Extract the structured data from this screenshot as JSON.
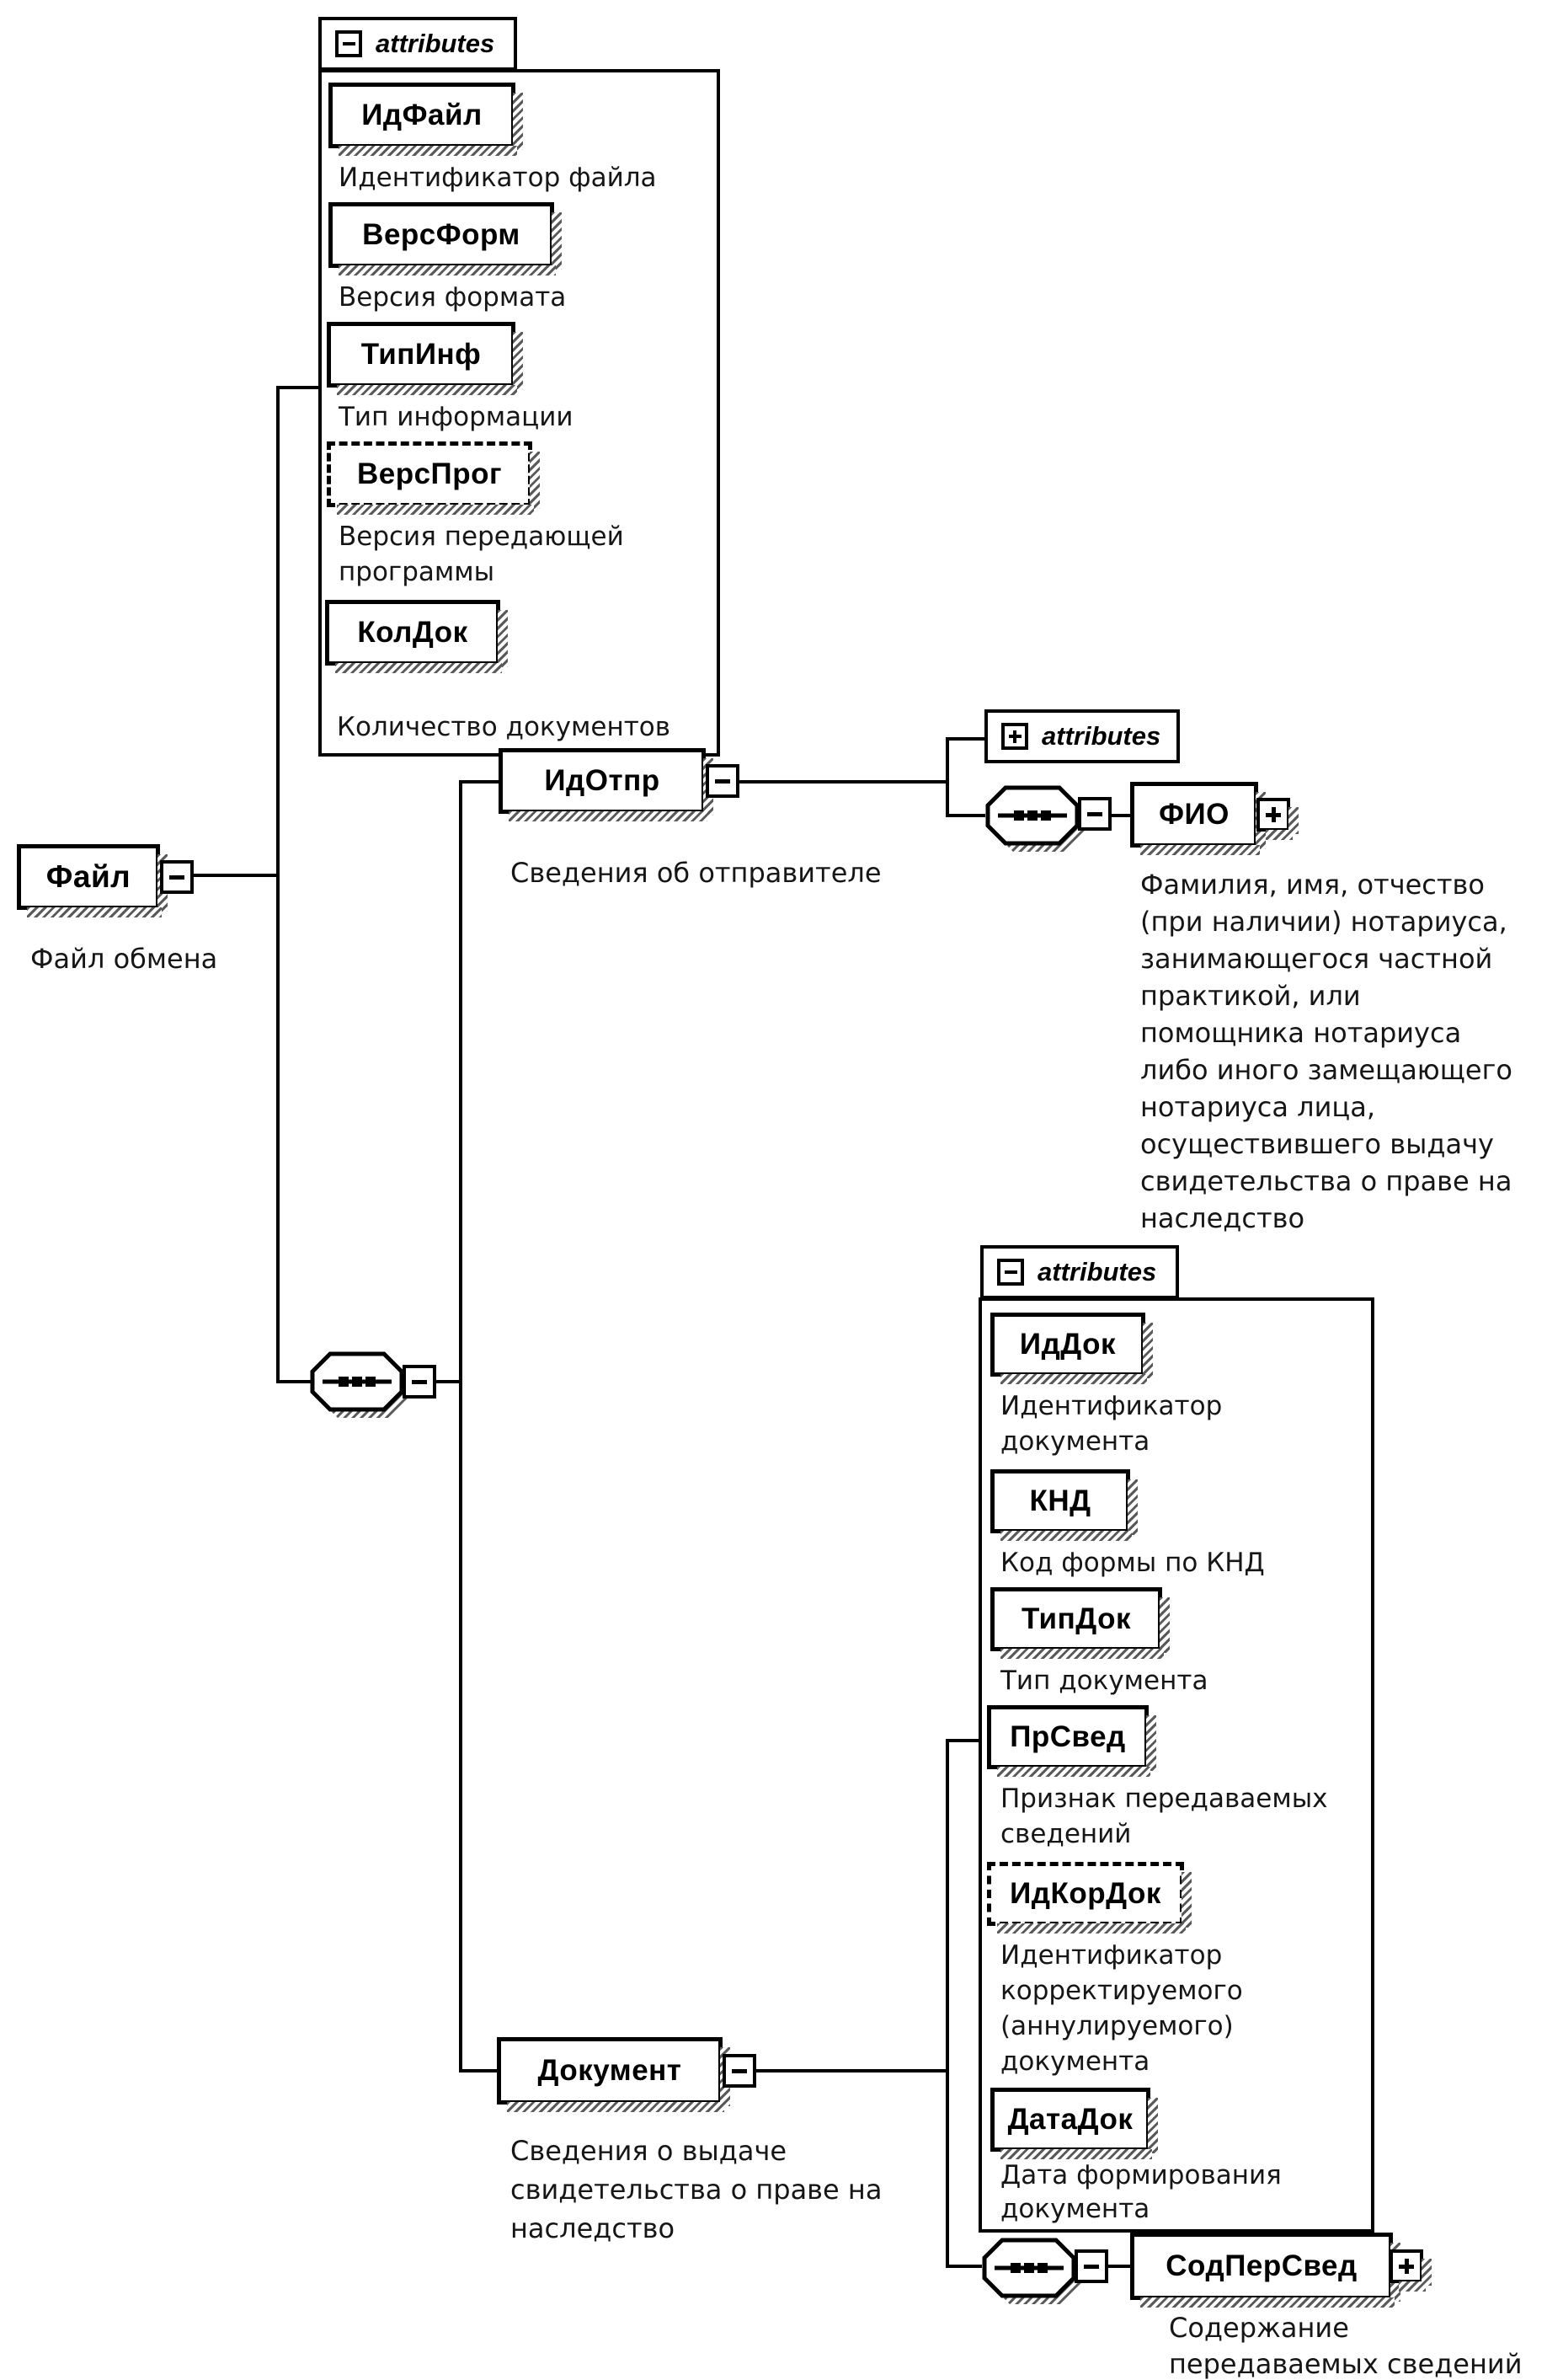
{
  "ui": {
    "attributes_label": "attributes"
  },
  "file": {
    "name": "Файл",
    "annotation": "Файл обмена"
  },
  "file_attributes": {
    "rows": [
      {
        "name": "ИдФайл",
        "desc": "Идентификатор файла"
      },
      {
        "name": "ВерсФорм",
        "desc": "Версия формата"
      },
      {
        "name": "ТипИнф",
        "desc": "Тип информации"
      },
      {
        "name": "ВерсПрог",
        "desc": "Версия передающей\nпрограммы",
        "optional": true
      },
      {
        "name": "КолДок",
        "desc": "Количество документов"
      }
    ]
  },
  "idotpr": {
    "name": "ИдОтпр",
    "annotation": "Сведения об отправителе"
  },
  "fio": {
    "name": "ФИО",
    "annotation": "Фамилия, имя, отчество\n(при наличии) нотариуса,\nзанимающегося частной\nпрактикой, или\nпомощника нотариуса\nлибо иного замещающего\nнотариуса лица,\nосуществившего выдачу\nсвидетельства о праве на\nнаследство"
  },
  "document": {
    "name": "Документ",
    "annotation": "Сведения о выдаче\nсвидетельства о праве на\nнаследство"
  },
  "document_attributes": {
    "rows": [
      {
        "name": "ИдДок",
        "desc": "Идентификатор\nдокумента"
      },
      {
        "name": "КНД",
        "desc": "Код формы по КНД"
      },
      {
        "name": "ТипДок",
        "desc": "Тип документа"
      },
      {
        "name": "ПрСвед",
        "desc": "Признак передаваемых\nсведений"
      },
      {
        "name": "ИдКорДок",
        "desc": "Идентификатор\nкорректируемого\n(аннулируемого)\nдокумента",
        "optional": true
      },
      {
        "name": "ДатаДок",
        "desc": "Дата формирования\nдокумента"
      }
    ]
  },
  "sodpersved": {
    "name": "СодПерСвед",
    "annotation": "Содержание\nпередаваемых сведений"
  }
}
